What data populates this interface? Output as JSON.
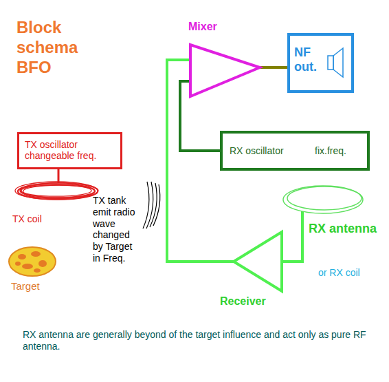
{
  "diagram": {
    "title": "Block schema BFO",
    "nodes": [
      {
        "text": [
          "Mixer"
        ]
      },
      {
        "text": [
          "NF out."
        ]
      },
      {
        "text": [
          "TX oscillator changeable freq."
        ]
      },
      {
        "text": [
          "RX oscillator",
          "fix.freq."
        ]
      },
      {
        "text": [
          "TX coil"
        ]
      },
      {
        "text": [
          "RX antenna",
          "or RX coil"
        ]
      },
      {
        "text": [
          "Target"
        ]
      },
      {
        "text": [
          "Receiver"
        ]
      }
    ],
    "edges": [
      {
        "from": 0,
        "to": 1,
        "arrow": "none"
      },
      {
        "from": 3,
        "to": 0,
        "arrow": "none"
      },
      {
        "from": 7,
        "to": 0,
        "arrow": "none"
      },
      {
        "from": 5,
        "to": 7,
        "arrow": "none"
      },
      {
        "from": 2,
        "to": 4,
        "arrow": "none"
      }
    ],
    "labels": [
      "TX tank emit radio wave changed by Target in Freq.",
      "RX antenna are generally beyond of the target influence and act only as pure RF antenna."
    ]
  }
}
